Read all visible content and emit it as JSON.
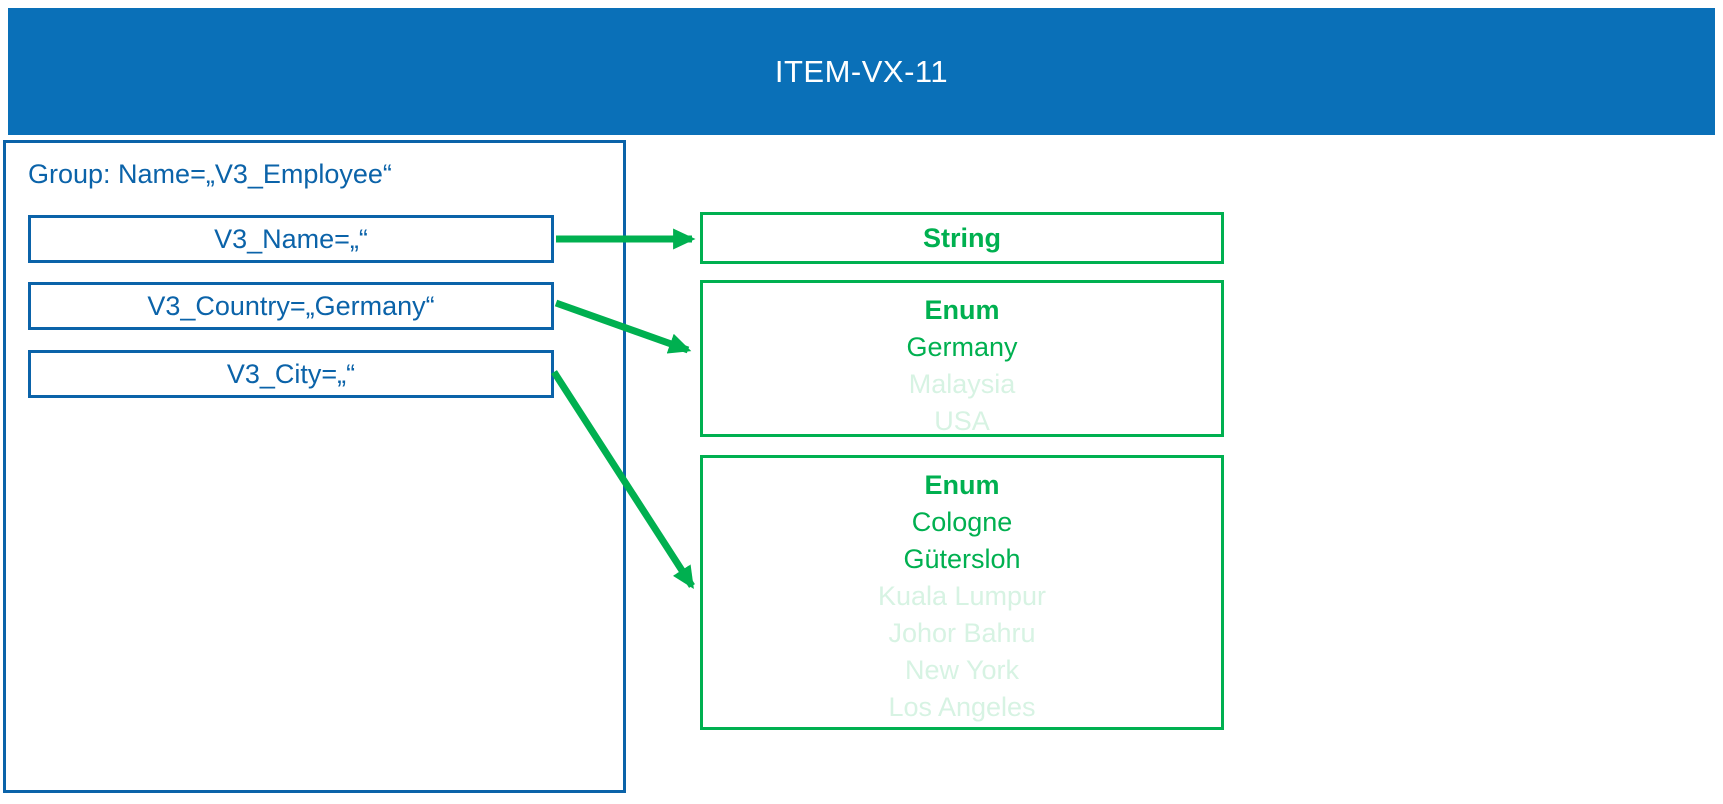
{
  "header": {
    "title": "ITEM-VX-11"
  },
  "group": {
    "label": "Group: Name=„V3_Employee“",
    "fields": [
      {
        "label": "V3_Name=„“"
      },
      {
        "label": "V3_Country=„Germany“"
      },
      {
        "label": "V3_City=„“"
      }
    ]
  },
  "types": [
    {
      "title": "String",
      "options": []
    },
    {
      "title": "Enum",
      "options": [
        {
          "label": "Germany",
          "active": true
        },
        {
          "label": "Malaysia",
          "active": false
        },
        {
          "label": "USA",
          "active": false
        }
      ]
    },
    {
      "title": "Enum",
      "options": [
        {
          "label": "Cologne",
          "active": true
        },
        {
          "label": "Gütersloh",
          "active": true
        },
        {
          "label": "Kuala Lumpur",
          "active": false
        },
        {
          "label": "Johor Bahru",
          "active": false
        },
        {
          "label": "New York",
          "active": false
        },
        {
          "label": "Los Angeles",
          "active": false
        }
      ]
    }
  ],
  "colors": {
    "header_bg": "#0a70b8",
    "blue": "#0b63a9",
    "green": "#00b050",
    "green_faded": "#d7f3e3",
    "white": "#ffffff"
  }
}
